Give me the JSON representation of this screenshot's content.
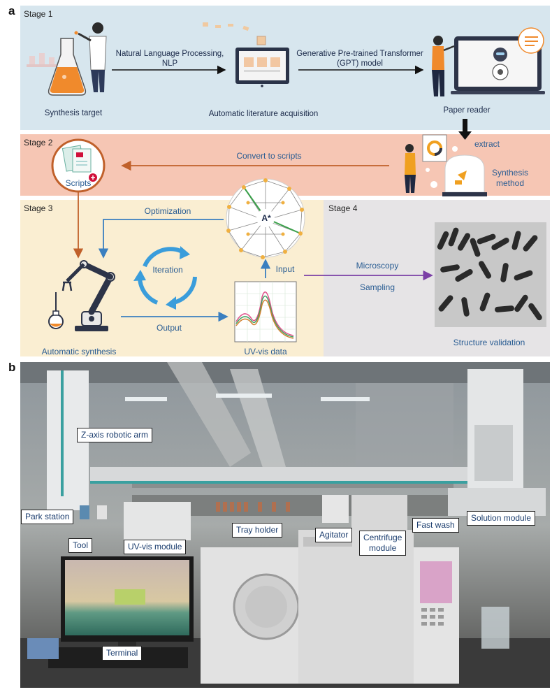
{
  "panel_a": {
    "letter": "a",
    "stage1": {
      "label": "Stage 1",
      "synthesis_target": "Synthesis target",
      "nlp_line1": "Natural Language Processing,",
      "nlp_line2": "NLP",
      "acquisition": "Automatic literature acquisition",
      "gpt_line1": "Generative Pre-trained Transformer",
      "gpt_line2": "(GPT) model",
      "paper_reader": "Paper reader"
    },
    "stage2": {
      "label": "Stage 2",
      "scripts": "Scripts",
      "convert": "Convert to scripts",
      "extract": "extract",
      "method_line1": "Synthesis",
      "method_line2": "method"
    },
    "stage3": {
      "label": "Stage 3",
      "optimization": "Optimization",
      "iteration": "Iteration",
      "astar": "A*",
      "input": "Input",
      "output": "Output",
      "auto_synthesis": "Automatic synthesis",
      "uvvis": "UV-vis data"
    },
    "stage4": {
      "label": "Stage 4",
      "microscopy": "Microscopy",
      "sampling": "Sampling",
      "validation": "Structure validation"
    },
    "colors": {
      "stage1_bg": "#d7e6ee",
      "stage2_bg": "#f6c6b4",
      "stage3_bg": "#faeed2",
      "stage4_bg": "#e6e4e6",
      "orange_arrow": "#c0602a",
      "blue_arrow": "#3a7fc0",
      "purple_arrow": "#7b3fa6"
    }
  },
  "panel_b": {
    "letter": "b",
    "labels": {
      "z_axis": "Z-axis robotic arm",
      "park": "Park station",
      "tool": "Tool",
      "uvvis_module": "UV-vis module",
      "tray": "Tray holder",
      "agitator": "Agitator",
      "centrifuge_line1": "Centrifuge",
      "centrifuge_line2": "module",
      "fast_wash": "Fast wash",
      "solution": "Solution module",
      "terminal": "Terminal"
    }
  }
}
